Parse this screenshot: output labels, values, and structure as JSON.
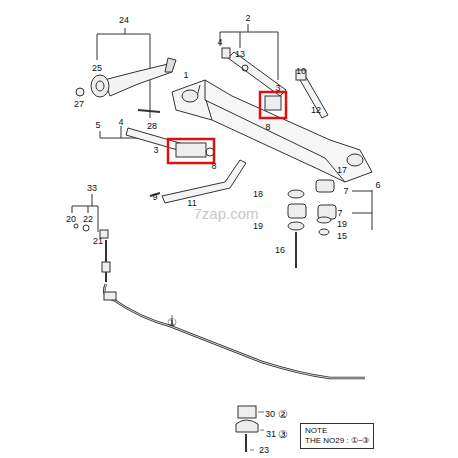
{
  "diagram": {
    "nodes": [
      {
        "text": [
          "NOTE",
          "THE NO29 : ①~③"
        ]
      }
    ],
    "labels": [
      "24",
      "25",
      "27",
      "28",
      "1",
      "2",
      "4",
      "13",
      "3",
      "10",
      "12",
      "8",
      "5",
      "4",
      "3",
      "8",
      "9",
      "11",
      "6",
      "17",
      "7",
      "18",
      "7",
      "19",
      "19",
      "15",
      "16",
      "33",
      "20",
      "22",
      "21",
      "7zap.com",
      "①",
      "30",
      "②",
      "31",
      "③",
      "23"
    ]
  }
}
